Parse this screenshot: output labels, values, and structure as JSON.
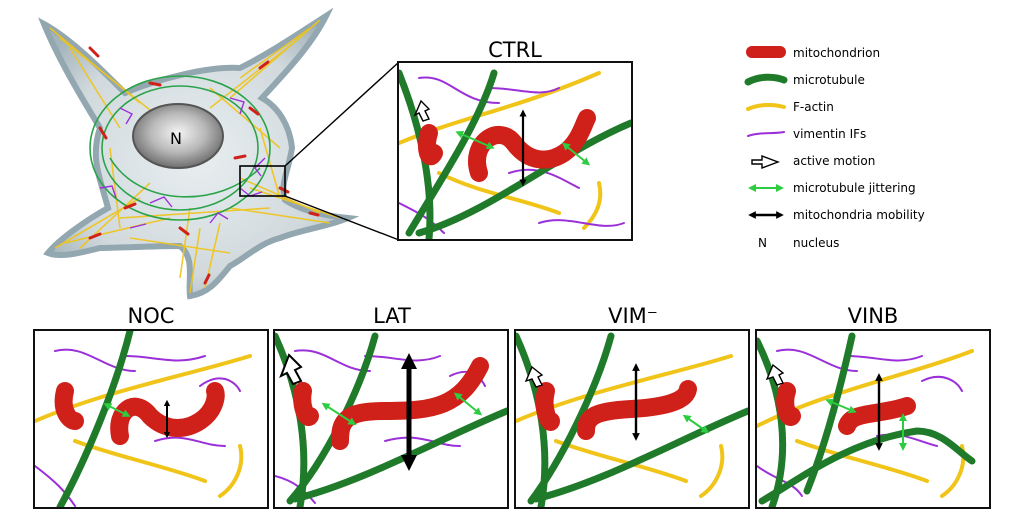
{
  "cell": {
    "nucleus_label": "N"
  },
  "panels": {
    "ctrl": {
      "title": "CTRL"
    },
    "noc": {
      "title": "NOC"
    },
    "lat": {
      "title": "LAT"
    },
    "vim": {
      "title": "VIM⁻"
    },
    "vinb": {
      "title": "VINB"
    }
  },
  "legend": [
    {
      "symbol": "mitochondrion",
      "label": "mitochondrion",
      "color": "#d0201a"
    },
    {
      "symbol": "microtubule",
      "label": "microtubule",
      "color": "#1f7a2a"
    },
    {
      "symbol": "f-actin",
      "label": "F-actin",
      "color": "#f0c419"
    },
    {
      "symbol": "vimentin",
      "label": "vimentin IFs",
      "color": "#9b30d9"
    },
    {
      "symbol": "active-motion-arrow",
      "label": "active motion",
      "color": "#000000"
    },
    {
      "symbol": "green-double-arrow",
      "label": "microtubule jittering",
      "color": "#2ecc40"
    },
    {
      "symbol": "black-double-arrow",
      "label": "mitochondria mobility",
      "color": "#000000"
    },
    {
      "symbol": "N",
      "label": "nucleus",
      "color": "#000000"
    }
  ],
  "colors": {
    "mitochondrion": "#d0201a",
    "microtubule": "#1f7a2a",
    "factin": "#f0c419",
    "vimentin": "#9b30d9",
    "jitter": "#2ecc40"
  }
}
